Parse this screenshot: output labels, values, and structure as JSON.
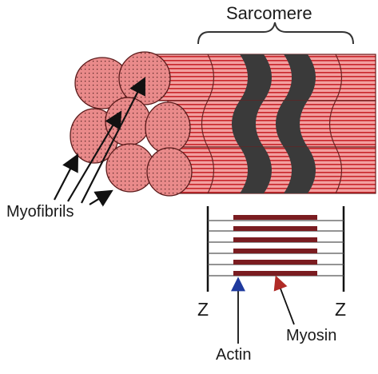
{
  "labels": {
    "sarcomere": "Sarcomere",
    "myofibrils": "Myofibrils",
    "z_left": "Z",
    "z_right": "Z",
    "actin": "Actin",
    "myosin": "Myosin"
  },
  "colors": {
    "fibril_fill": "#e98787",
    "fibril_stripe": "#c9262b",
    "band_dark": "#3a3a3a",
    "myosin": "#7a1c20",
    "actin_arrow": "#1f3a9e",
    "myosin_arrow": "#b02a26"
  }
}
